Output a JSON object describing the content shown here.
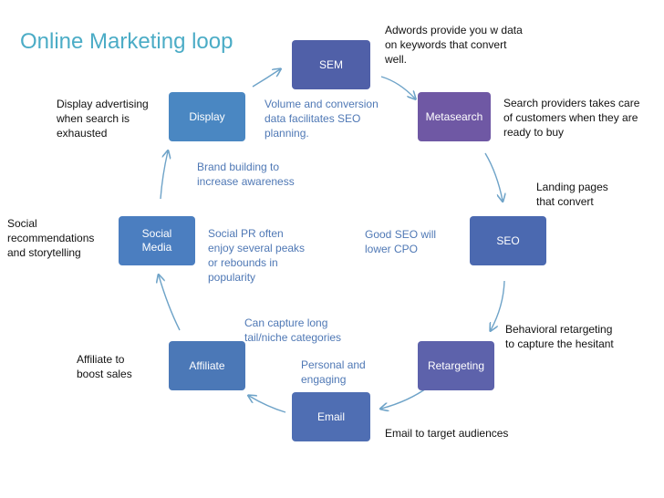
{
  "title": "Online Marketing loop",
  "nodes": {
    "sem": "SEM",
    "metasearch": "Metasearch",
    "seo": "SEO",
    "retargeting": "Retargeting",
    "email": "Email",
    "affiliate": "Affiliate",
    "social_media": "Social\nMedia",
    "display": "Display"
  },
  "notes": {
    "adwords": "Adwords provide you w data\non keywords that convert\nwell.",
    "search_providers": "Search providers takes care\nof customers when they are\nready to buy",
    "landing_pages": "Landing pages\nthat convert",
    "behavioral": "Behavioral retargeting\nto capture the hesitant",
    "email_target": "Email to target audiences",
    "affiliate_boost": "Affiliate to\nboost sales",
    "social_rec": "Social\nrecommendations\nand storytelling",
    "display_adv": "Display advertising\nwhen search is\nexhausted",
    "volume": "Volume and conversion\ndata facilitates SEO\nplanning.",
    "brand": "Brand building to\nincrease awareness",
    "social_pr": "Social PR often\nenjoy several peaks\nor rebounds in\npopularity",
    "good_seo": "Good SEO will\nlower CPO",
    "long_tail": "Can capture long\ntail/niche categories",
    "personal": "Personal and\nengaging"
  },
  "colors": {
    "title": "#4bacc6",
    "sem": "#5060a8",
    "metasearch": "#6f58a4",
    "seo": "#4b69b0",
    "retargeting": "#5d62ab",
    "email": "#4f6eb3",
    "affiliate": "#4b78b7",
    "social_media": "#4b7ec0",
    "display": "#4a87c2",
    "arrow": "#6ea3c8"
  }
}
